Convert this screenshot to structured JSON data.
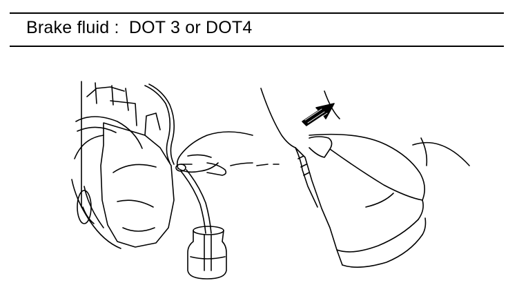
{
  "heading": {
    "label": "Brake fluid :",
    "value": "DOT 3 or DOT4"
  },
  "illustration": {
    "depicts": [
      "brake-caliper-bleeder",
      "hand-opening-bleeder-screw",
      "bleeder-hose",
      "fluid-catch-bottle",
      "foot-pressing-brake-pedal",
      "push-direction-arrow"
    ]
  }
}
